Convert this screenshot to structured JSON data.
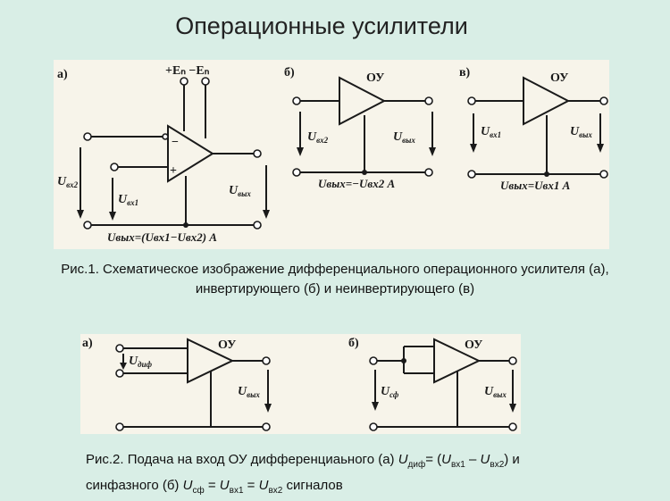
{
  "slide": {
    "title": "Операционные усилители"
  },
  "fig1": {
    "a": {
      "tag": "а)",
      "supply": "+Eₙ −Eₙ",
      "minus": "−",
      "plus": "+",
      "u_in2": "U",
      "u_in2_sub": "вх2",
      "u_in1": "U",
      "u_in1_sub": "вх1",
      "u_out": "U",
      "u_out_sub": "вых",
      "formula": "Uвых=(Uвх1−Uвх2) A"
    },
    "b": {
      "tag": "б)",
      "op": "ОУ",
      "u_in": "U",
      "u_in_sub": "вх2",
      "u_out": "U",
      "u_out_sub": "вых",
      "formula": "Uвых=−Uвх2 A"
    },
    "c": {
      "tag": "в)",
      "op": "ОУ",
      "u_in": "U",
      "u_in_sub": "вх1",
      "u_out": "U",
      "u_out_sub": "вых",
      "formula": "Uвых=Uвх1 A"
    },
    "caption_line1": "Рис.1. Схематическое изображение дифференциального операционного усилителя (а),",
    "caption_line2": "инвертирующего (б) и неинвертирующего (в)"
  },
  "fig2": {
    "a": {
      "tag": "а)",
      "op": "ОУ",
      "u_in": "U",
      "u_in_sub": "диф",
      "u_out": "U",
      "u_out_sub": "вых"
    },
    "b": {
      "tag": "б)",
      "op": "ОУ",
      "u_in": "U",
      "u_in_sub": "сф",
      "u_out": "U",
      "u_out_sub": "вых"
    },
    "caption": {
      "l1_a": "Рис.2. Подача на вход ОУ дифференциаьного (а) ",
      "l1_u": "U",
      "l1_sub_dif": "диф",
      "l1_eq": "= (",
      "l1_u1": "U",
      "l1_sub1": "вх1",
      "l1_minus": " – ",
      "l1_u2": "U",
      "l1_sub2": "вх2",
      "l1_end": ") и",
      "l2_a": "синфазного (б) ",
      "l2_u": "U",
      "l2_sub_sf": "сф",
      "l2_eq1": " = ",
      "l2_u1": "U",
      "l2_sub1": "вх1",
      "l2_eq2": " = ",
      "l2_u2": "U",
      "l2_sub2": "вх2",
      "l2_end": " сигналов"
    }
  }
}
